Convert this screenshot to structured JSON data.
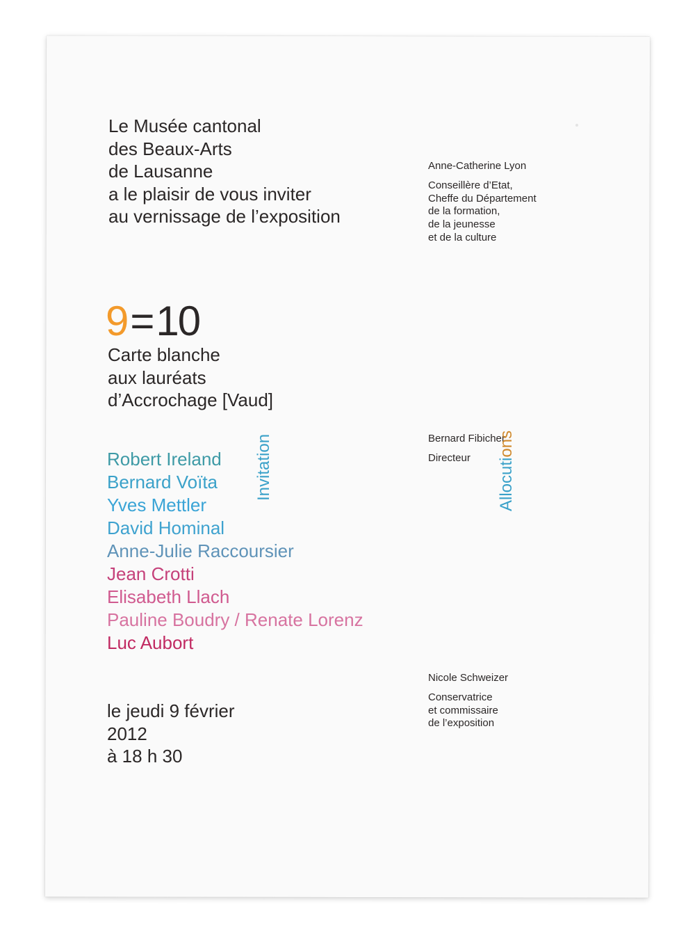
{
  "intro": {
    "lines": [
      "Le Musée cantonal",
      "des Beaux-Arts",
      "de Lausanne",
      "a le plaisir de vous inviter",
      "au vernissage de l’exposition"
    ]
  },
  "speakers": [
    {
      "name": "Anne-Catherine Lyon",
      "role": [
        "Conseillère d’Etat,",
        "Cheffe du Département",
        "de la formation,",
        "de la jeunesse",
        "et de la culture"
      ]
    },
    {
      "name": "Bernard Fibicher",
      "role": [
        "Directeur"
      ]
    },
    {
      "name": "Nicole Schweizer",
      "role": [
        "Conservatrice",
        "et commissaire",
        "de l’exposition"
      ]
    }
  ],
  "title": {
    "nine": "9",
    "equals": "=",
    "ten": "10"
  },
  "subtitle": {
    "lines": [
      "Carte blanche",
      "aux lauréats",
      "d’Accrochage [Vaud]"
    ]
  },
  "labels": {
    "invitation": "Invitation",
    "allocutions_a": "Allocuti",
    "allocutions_b": "ons"
  },
  "artists": [
    {
      "name": "Robert Ireland",
      "color": "#3e9aa6"
    },
    {
      "name": "Bernard Voïta",
      "color": "#3aa1c9"
    },
    {
      "name": "Yves Mettler",
      "color": "#3aa4d6"
    },
    {
      "name": "David Hominal",
      "color": "#3ea2cf"
    },
    {
      "name": "Anne-Julie Raccoursier",
      "color": "#5f93b8"
    },
    {
      "name": "Jean Crotti",
      "color": "#c5417a"
    },
    {
      "name": "Elisabeth Llach",
      "color": "#d05a8f"
    },
    {
      "name": "Pauline Boudry / Renate Lorenz",
      "color": "#d773a0"
    },
    {
      "name": "Luc Aubort",
      "color": "#c12a62"
    }
  ],
  "date": {
    "lines": [
      "le jeudi 9 février",
      "2012",
      "à 18 h 30"
    ]
  },
  "colors": {
    "invitation": "#3aa1c9",
    "allocutions_a": "#3aa1c9",
    "allocutions_b": "#d08a2e"
  }
}
